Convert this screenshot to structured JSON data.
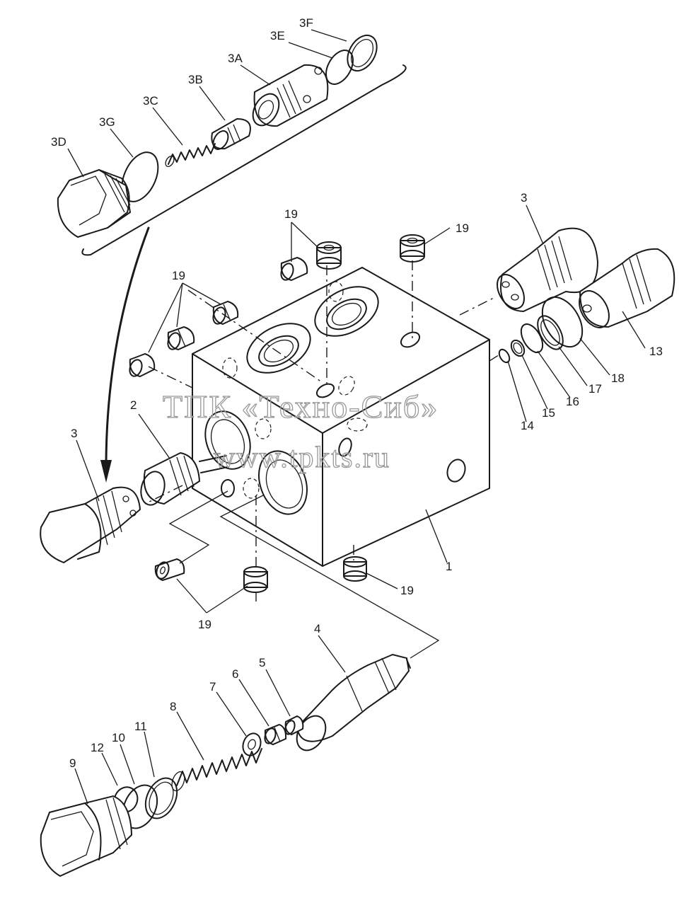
{
  "watermark": {
    "company": "ТПК «Техно-Сиб»",
    "url": "www.tpkts.ru"
  },
  "labels": {
    "l3F": "3F",
    "l3E": "3E",
    "l3A": "3A",
    "l3B": "3B",
    "l3C": "3C",
    "l3G": "3G",
    "l3D": "3D",
    "l19a": "19",
    "l19b": "19",
    "l19c": "19",
    "l19d": "19",
    "l19e": "19",
    "l3right": "3",
    "l13": "13",
    "l18": "18",
    "l17": "17",
    "l16": "16",
    "l15": "15",
    "l14": "14",
    "l2": "2",
    "l3left": "3",
    "l1": "1",
    "l4": "4",
    "l5": "5",
    "l6": "6",
    "l7": "7",
    "l8": "8",
    "l11": "11",
    "l10": "10",
    "l12": "12",
    "l9": "9"
  }
}
